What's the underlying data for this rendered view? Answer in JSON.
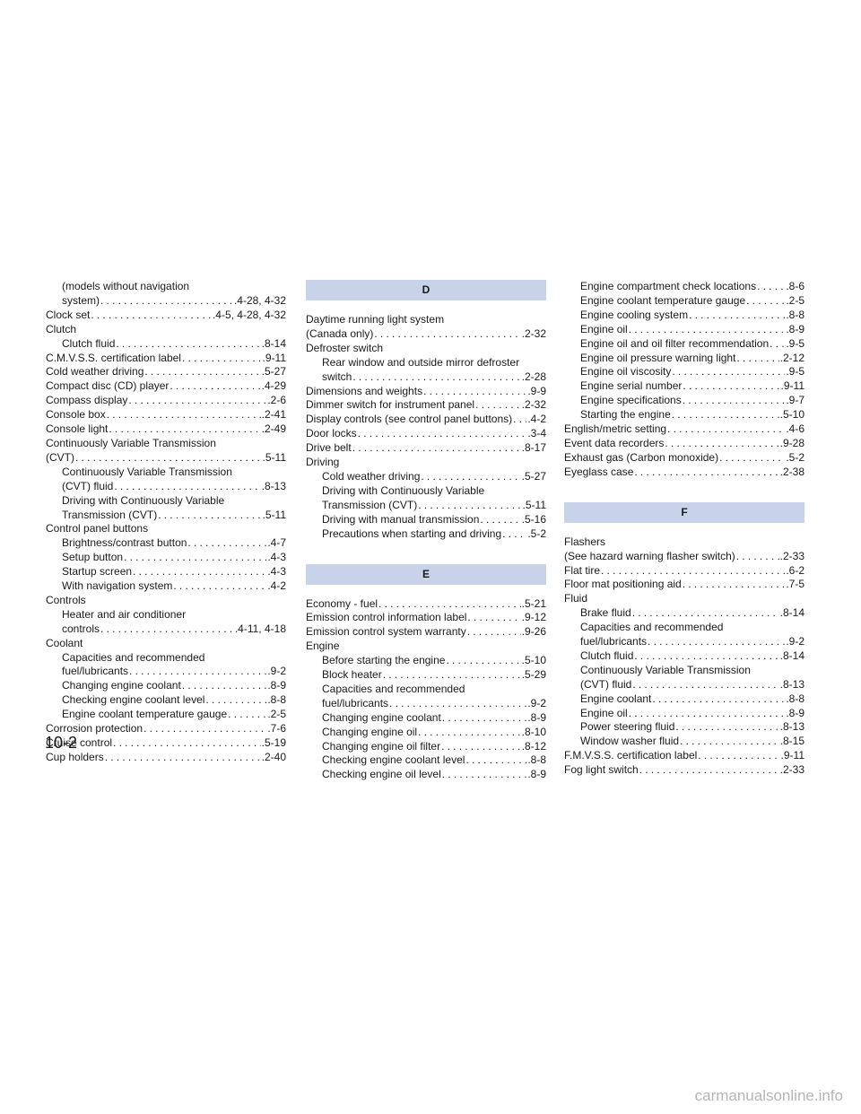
{
  "page_number": "10-2",
  "watermark": "carmanualsonline.info",
  "sections": {
    "D": "D",
    "E": "E",
    "F": "F"
  },
  "col1": [
    {
      "text": "(models without navigation",
      "page": "",
      "indent": true
    },
    {
      "text": "system)",
      "page": ".4-28, 4-32",
      "indent": true
    },
    {
      "text": "Clock set",
      "page": ".4-5, 4-28, 4-32",
      "indent": false
    },
    {
      "text": "Clutch",
      "page": "",
      "indent": false
    },
    {
      "text": "Clutch fluid",
      "page": ".8-14",
      "indent": true
    },
    {
      "text": "C.M.V.S.S. certification label",
      "page": ".9-11",
      "indent": false
    },
    {
      "text": "Cold weather driving",
      "page": ".5-27",
      "indent": false
    },
    {
      "text": "Compact disc (CD) player",
      "page": ".4-29",
      "indent": false
    },
    {
      "text": "Compass display",
      "page": ".2-6",
      "indent": false
    },
    {
      "text": "Console box",
      "page": ".2-41",
      "indent": false
    },
    {
      "text": "Console light",
      "page": ".2-49",
      "indent": false
    },
    {
      "text": "Continuously Variable Transmission",
      "page": "",
      "indent": false
    },
    {
      "text": "(CVT)",
      "page": ".5-11",
      "indent": false
    },
    {
      "text": "Continuously Variable Transmission",
      "page": "",
      "indent": true
    },
    {
      "text": "(CVT) fluid",
      "page": ".8-13",
      "indent": true
    },
    {
      "text": "Driving with Continuously Variable",
      "page": "",
      "indent": true
    },
    {
      "text": "Transmission (CVT)",
      "page": ".5-11",
      "indent": true
    },
    {
      "text": "Control panel buttons",
      "page": "",
      "indent": false
    },
    {
      "text": "Brightness/contrast button",
      "page": ".4-7",
      "indent": true
    },
    {
      "text": "Setup button",
      "page": ".4-3",
      "indent": true
    },
    {
      "text": "Startup screen",
      "page": ".4-3",
      "indent": true
    },
    {
      "text": "With navigation system",
      "page": ".4-2",
      "indent": true
    },
    {
      "text": "Controls",
      "page": "",
      "indent": false
    },
    {
      "text": "Heater and air conditioner",
      "page": "",
      "indent": true
    },
    {
      "text": "controls",
      "page": ".4-11, 4-18",
      "indent": true
    },
    {
      "text": "Coolant",
      "page": "",
      "indent": false
    },
    {
      "text": "Capacities and recommended",
      "page": "",
      "indent": true
    },
    {
      "text": "fuel/lubricants",
      "page": ".9-2",
      "indent": true
    },
    {
      "text": "Changing engine coolant",
      "page": ".8-9",
      "indent": true
    },
    {
      "text": "Checking engine coolant level",
      "page": ".8-8",
      "indent": true
    },
    {
      "text": "Engine coolant temperature gauge",
      "page": ".2-5",
      "indent": true
    },
    {
      "text": "Corrosion protection",
      "page": ".7-6",
      "indent": false
    },
    {
      "text": "Cruise control",
      "page": ".5-19",
      "indent": false
    },
    {
      "text": "Cup holders",
      "page": ".2-40",
      "indent": false
    }
  ],
  "col2_d": [
    {
      "text": "Daytime running light system",
      "page": "",
      "indent": false
    },
    {
      "text": "(Canada only)",
      "page": ".2-32",
      "indent": false
    },
    {
      "text": "Defroster switch",
      "page": "",
      "indent": false
    },
    {
      "text": "Rear window and outside mirror defroster",
      "page": "",
      "indent": true
    },
    {
      "text": "switch",
      "page": ".2-28",
      "indent": true
    },
    {
      "text": "Dimensions and weights",
      "page": ".9-9",
      "indent": false
    },
    {
      "text": "Dimmer switch for instrument panel",
      "page": ".2-32",
      "indent": false
    },
    {
      "text": "Display controls (see control panel buttons)",
      "page": ".4-2",
      "indent": false
    },
    {
      "text": "Door locks",
      "page": ".3-4",
      "indent": false
    },
    {
      "text": "Drive belt",
      "page": ".8-17",
      "indent": false
    },
    {
      "text": "Driving",
      "page": "",
      "indent": false
    },
    {
      "text": "Cold weather driving",
      "page": ".5-27",
      "indent": true
    },
    {
      "text": "Driving with Continuously Variable",
      "page": "",
      "indent": true
    },
    {
      "text": "Transmission (CVT)",
      "page": ".5-11",
      "indent": true
    },
    {
      "text": "Driving with manual transmission",
      "page": ".5-16",
      "indent": true
    },
    {
      "text": "Precautions when starting and driving",
      "page": ".5-2",
      "indent": true
    }
  ],
  "col2_e": [
    {
      "text": "Economy - fuel",
      "page": ".5-21",
      "indent": false
    },
    {
      "text": "Emission control information label",
      "page": ".9-12",
      "indent": false
    },
    {
      "text": "Emission control system warranty",
      "page": ".9-26",
      "indent": false
    },
    {
      "text": "Engine",
      "page": "",
      "indent": false
    },
    {
      "text": "Before starting the engine",
      "page": ".5-10",
      "indent": true
    },
    {
      "text": "Block heater",
      "page": ".5-29",
      "indent": true
    },
    {
      "text": "Capacities and recommended",
      "page": "",
      "indent": true
    },
    {
      "text": "fuel/lubricants",
      "page": ".9-2",
      "indent": true
    },
    {
      "text": "Changing engine coolant",
      "page": ".8-9",
      "indent": true
    },
    {
      "text": "Changing engine oil",
      "page": ".8-10",
      "indent": true
    },
    {
      "text": "Changing engine oil filter",
      "page": ".8-12",
      "indent": true
    },
    {
      "text": "Checking engine coolant level",
      "page": ".8-8",
      "indent": true
    },
    {
      "text": "Checking engine oil level",
      "page": ".8-9",
      "indent": true
    }
  ],
  "col3_e": [
    {
      "text": "Engine compartment check locations",
      "page": ".8-6",
      "indent": true
    },
    {
      "text": "Engine coolant temperature gauge",
      "page": ".2-5",
      "indent": true
    },
    {
      "text": "Engine cooling system",
      "page": ".8-8",
      "indent": true
    },
    {
      "text": "Engine oil",
      "page": ".8-9",
      "indent": true
    },
    {
      "text": "Engine oil and oil filter recommendation",
      "page": ".9-5",
      "indent": true
    },
    {
      "text": "Engine oil pressure warning light",
      "page": ".2-12",
      "indent": true
    },
    {
      "text": "Engine oil viscosity",
      "page": ".9-5",
      "indent": true
    },
    {
      "text": "Engine serial number",
      "page": ".9-11",
      "indent": true
    },
    {
      "text": "Engine specifications",
      "page": ".9-7",
      "indent": true
    },
    {
      "text": "Starting the engine",
      "page": ".5-10",
      "indent": true
    },
    {
      "text": "English/metric setting",
      "page": ".4-6",
      "indent": false
    },
    {
      "text": "Event data recorders",
      "page": ".9-28",
      "indent": false
    },
    {
      "text": "Exhaust gas (Carbon monoxide)",
      "page": ".5-2",
      "indent": false
    },
    {
      "text": "Eyeglass case",
      "page": ".2-38",
      "indent": false
    }
  ],
  "col3_f": [
    {
      "text": "Flashers",
      "page": "",
      "indent": false
    },
    {
      "text": "(See hazard warning flasher switch)",
      "page": ".2-33",
      "indent": false
    },
    {
      "text": "Flat tire",
      "page": ".6-2",
      "indent": false
    },
    {
      "text": "Floor mat positioning aid",
      "page": ".7-5",
      "indent": false
    },
    {
      "text": "Fluid",
      "page": "",
      "indent": false
    },
    {
      "text": "Brake fluid",
      "page": ".8-14",
      "indent": true
    },
    {
      "text": "Capacities and recommended",
      "page": "",
      "indent": true
    },
    {
      "text": "fuel/lubricants",
      "page": ".9-2",
      "indent": true
    },
    {
      "text": "Clutch fluid",
      "page": ".8-14",
      "indent": true
    },
    {
      "text": "Continuously Variable Transmission",
      "page": "",
      "indent": true
    },
    {
      "text": "(CVT) fluid",
      "page": ".8-13",
      "indent": true
    },
    {
      "text": "Engine coolant",
      "page": ".8-8",
      "indent": true
    },
    {
      "text": "Engine oil",
      "page": ".8-9",
      "indent": true
    },
    {
      "text": "Power steering fluid",
      "page": ".8-13",
      "indent": true
    },
    {
      "text": "Window washer fluid",
      "page": ".8-15",
      "indent": true
    },
    {
      "text": "F.M.V.S.S. certification label",
      "page": ".9-11",
      "indent": false
    },
    {
      "text": "Fog light switch",
      "page": ".2-33",
      "indent": false
    }
  ]
}
